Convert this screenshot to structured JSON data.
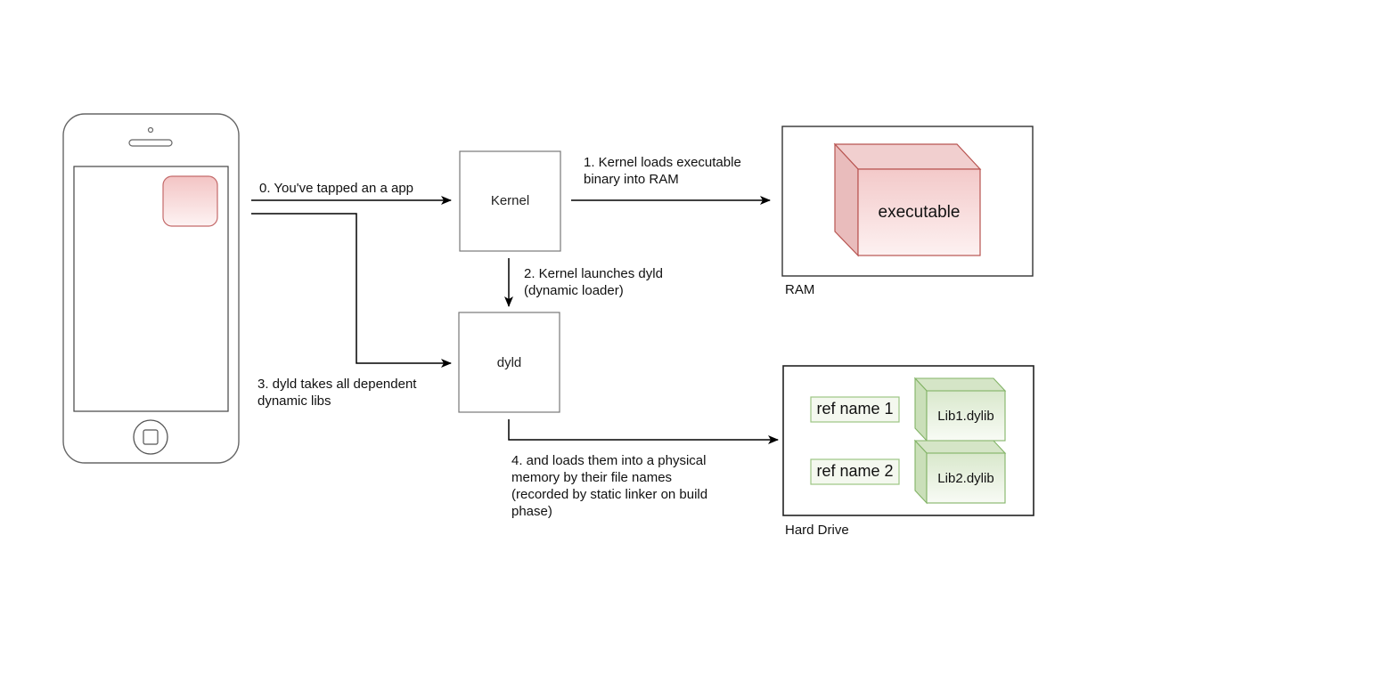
{
  "step0": "0. You've tapped an a app",
  "step1": [
    "1. Kernel loads executable",
    "binary into RAM"
  ],
  "step2": [
    "2. Kernel launches dyld",
    "(dynamic loader)"
  ],
  "step3": [
    "3. dyld takes all dependent",
    "dynamic libs"
  ],
  "step4": [
    "4. and loads them into a physical",
    "memory by their file names",
    "(recorded by static linker on build",
    "phase)"
  ],
  "kernel": "Kernel",
  "dyld": "dyld",
  "executable": "executable",
  "ram": "RAM",
  "hard_drive": "Hard Drive",
  "refs": [
    "ref name 1",
    "ref name 2"
  ],
  "libs": [
    "Lib1.dylib",
    "Lib2.dylib"
  ],
  "colors": {
    "executable_fill": "#f6d4d4",
    "executable_stroke": "#b85450",
    "lib_fill": "#e2ecd9",
    "lib_stroke": "#82b366",
    "ref_fill": "#f4f8ef",
    "app_icon_fill": "#f5cccc"
  }
}
